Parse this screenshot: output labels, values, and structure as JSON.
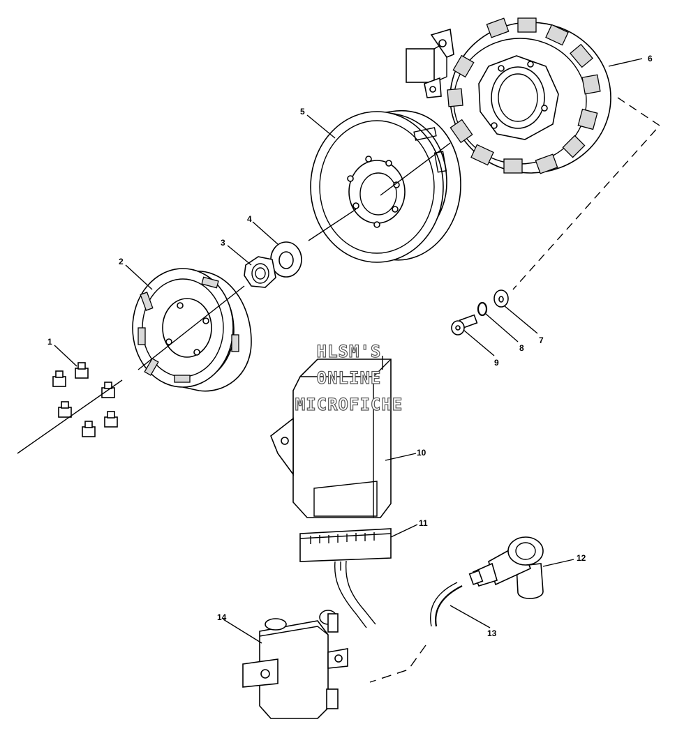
{
  "callouts": [
    {
      "id": "1",
      "label": "1"
    },
    {
      "id": "2",
      "label": "2"
    },
    {
      "id": "3",
      "label": "3"
    },
    {
      "id": "4",
      "label": "4"
    },
    {
      "id": "5",
      "label": "5"
    },
    {
      "id": "6",
      "label": "6"
    },
    {
      "id": "7",
      "label": "7"
    },
    {
      "id": "8",
      "label": "8"
    },
    {
      "id": "9",
      "label": "9"
    },
    {
      "id": "10",
      "label": "10"
    },
    {
      "id": "11",
      "label": "11"
    },
    {
      "id": "12",
      "label": "12"
    },
    {
      "id": "13",
      "label": "13"
    },
    {
      "id": "14",
      "label": "14"
    }
  ],
  "watermark": {
    "line1": "HLSM'S",
    "line2": "ONLINE",
    "line3": "MICROFICHE"
  }
}
